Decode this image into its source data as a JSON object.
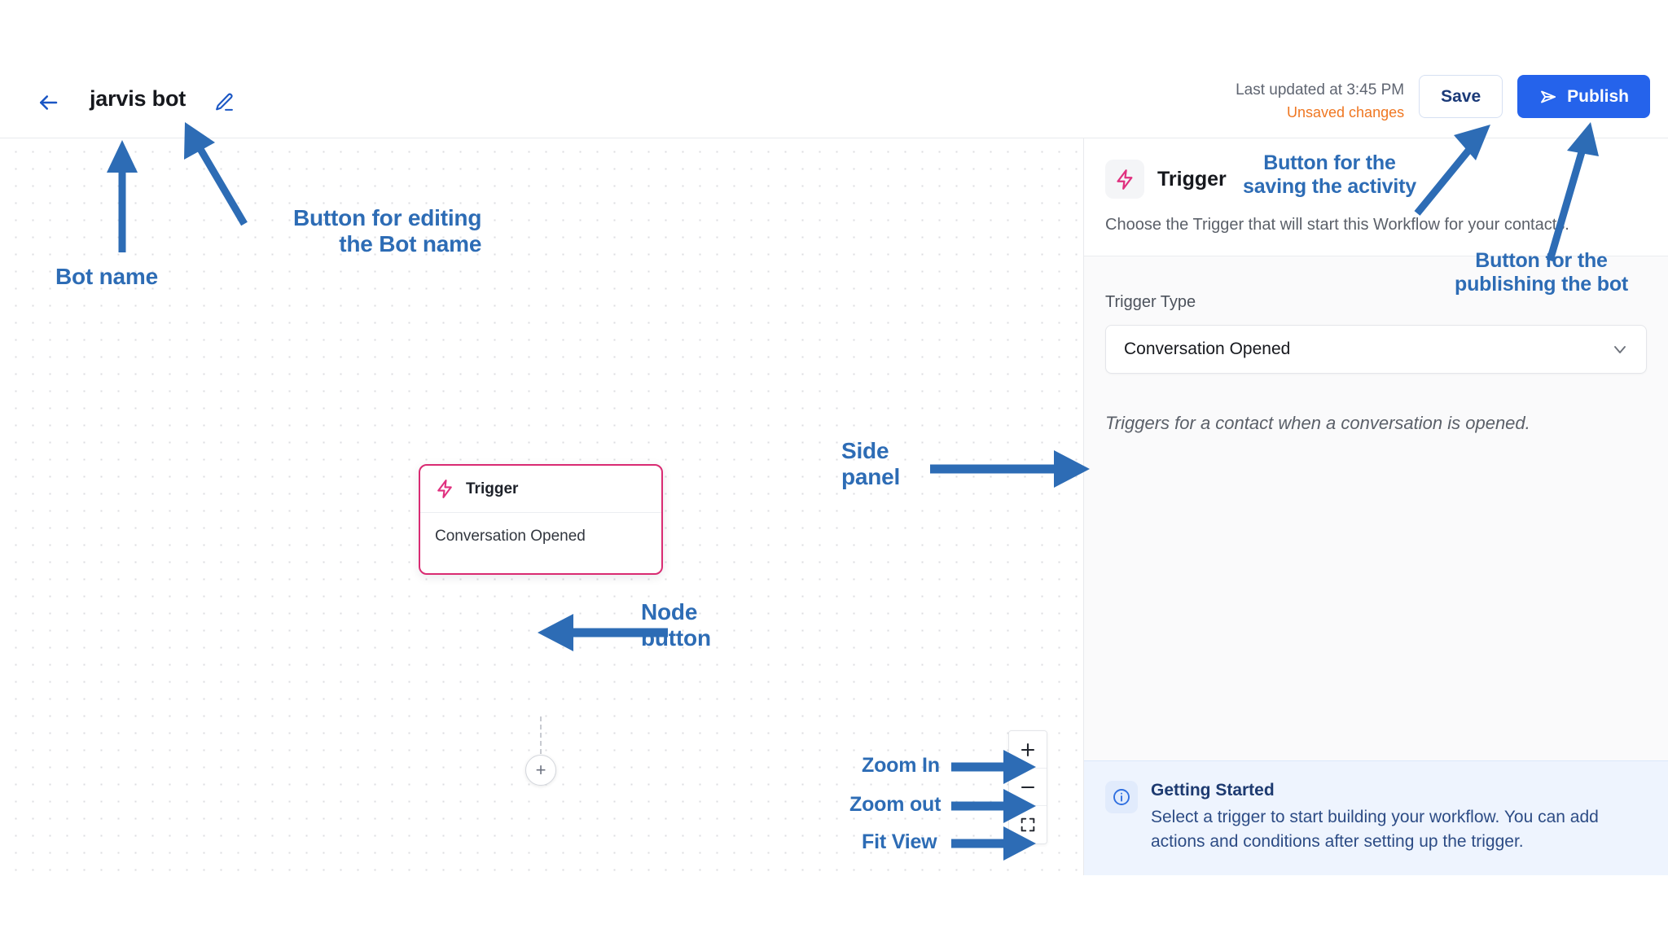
{
  "header": {
    "back_icon": "arrow-left-icon",
    "bot_name": "jarvis bot",
    "edit_icon": "pencil-icon",
    "last_updated": "Last updated at 3:45 PM",
    "unsaved": "Unsaved changes",
    "save_label": "Save",
    "publish_label": "Publish",
    "publish_icon": "send-icon"
  },
  "canvas": {
    "node": {
      "icon": "lightning-bolt-icon",
      "type_label": "Trigger",
      "value": "Conversation Opened"
    },
    "add_node_label": "+",
    "zoom_controls": [
      {
        "name": "zoom-in",
        "glyph": "+"
      },
      {
        "name": "zoom-out",
        "glyph": "−"
      },
      {
        "name": "fit-view",
        "glyph": "fit"
      }
    ]
  },
  "panel": {
    "icon": "lightning-bolt-icon",
    "title": "Trigger",
    "subtitle": "Choose the Trigger that will start this Workflow for your contacts.",
    "field_label": "Trigger Type",
    "selected_value": "Conversation Opened",
    "caret_icon": "chevron-down-icon",
    "description": "Triggers for a contact when a conversation is opened.",
    "getting_started": {
      "icon": "info-icon",
      "title": "Getting Started",
      "text": "Select a trigger to start building your workflow. You can add actions and conditions after setting up the trigger."
    }
  },
  "annotations": {
    "bot_name": "Bot name",
    "edit_bot_name": "Button for editing\nthe Bot name",
    "save_activity": "Button for the\nsaving the activity",
    "publish_bot": "Button for the\npublishing the bot",
    "side_panel": "Side\npanel",
    "node_button": "Node\nbutton",
    "zoom_in": "Zoom In",
    "zoom_out": "Zoom out",
    "fit_view": "Fit View"
  },
  "colors": {
    "accent_blue": "#2563eb",
    "annotation_blue": "#2d6cb5",
    "node_pink": "#d92b72",
    "warning_orange": "#ef7722"
  }
}
